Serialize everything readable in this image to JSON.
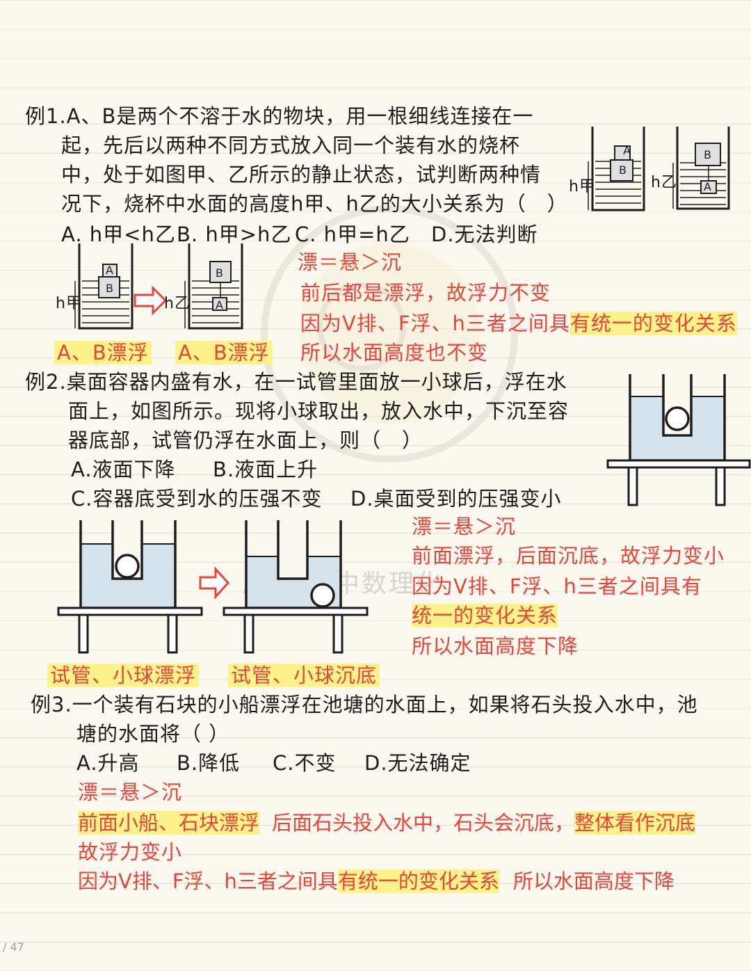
{
  "example1": {
    "stem": [
      "例1.A、B是两个不溶于水的物块，用一根细线连接在一",
      "起，先后以两种不同方式放入同一个装有水的烧杯",
      "中，处于如图甲、乙所示的静止状态，试判断两种情",
      "况下，烧杯中水面的高度h甲、h乙的大小关系为（　）"
    ],
    "options": [
      "A. h甲<h乙",
      "B. h甲>h乙",
      "C. h甲=h乙",
      "D.无法判断"
    ],
    "fig_labels": {
      "h_jia": "h甲",
      "h_yi": "h乙",
      "block_a": "A",
      "block_b": "B"
    },
    "notes": [
      "漂＝悬＞沉",
      "前后都是漂浮，故浮力不变"
    ],
    "note3_plain": "因为V排、F浮、h三者之间具",
    "note3_hl": "有统一的变化关系",
    "note4": "所以水面高度也不变",
    "captions": [
      "A、B漂浮",
      "A、B漂浮"
    ]
  },
  "example2": {
    "stem": [
      "例2.桌面容器内盛有水，在一试管里面放一小球后，浮在水",
      "面上，如图所示。现将小球取出，放入水中，下沉至容",
      "器底部，试管仍浮在水面上，则（　）"
    ],
    "options_row1": [
      "A.液面下降",
      "B.液面上升"
    ],
    "options_row2": [
      "C.容器底受到水的压强不变",
      "D.桌面受到的压强变小"
    ],
    "notes": [
      "漂＝悬＞沉",
      "前面漂浮，后面沉底，故浮力变小",
      "因为V排、F浮、h三者之间具有"
    ],
    "note_hl": "统一的变化关系",
    "note_last": "所以水面高度下降",
    "captions": [
      "试管、小球漂浮",
      "试管、小球沉底"
    ]
  },
  "example3": {
    "stem": [
      "例3.一个装有石块的小船漂浮在池塘的水面上，如果将石头投入水中，池",
      "塘的水面将（ ）"
    ],
    "options": [
      "A.升高",
      "B.降低",
      "C.不变",
      "D.无法确定"
    ],
    "note1": "漂＝悬＞沉",
    "note2_hl1": "前面小船、石块漂浮",
    "note2_mid": "后面石头投入水中，石头会沉底，",
    "note2_hl2": "整体看作沉底",
    "note3": "故浮力变小",
    "note4_plain": "因为V排、F浮、h三者之间具",
    "note4_hl": "有统一的变化关系",
    "note4_end": "所以水面高度下降"
  },
  "watermark": "原创-初中数理化",
  "page_indicator": "/ 47",
  "colors": {
    "red": "#e8443a",
    "highlight": "#fbf28a",
    "water": "#d6e3ec",
    "ink": "#1d1d1d"
  }
}
